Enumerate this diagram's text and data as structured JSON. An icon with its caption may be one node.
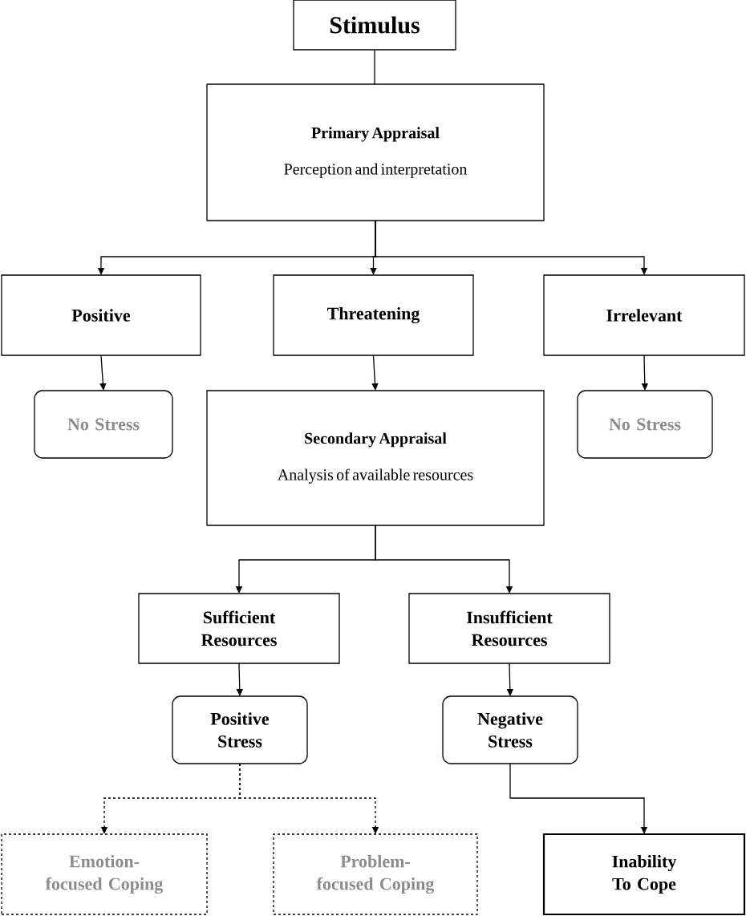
{
  "diagram": {
    "nodes": [
      {
        "text": [
          "Stimulus"
        ]
      },
      {
        "text": [
          "Primary Appraisal",
          "Perception and interpretation"
        ]
      },
      {
        "text": [
          "Positive"
        ]
      },
      {
        "text": [
          "Threatening"
        ]
      },
      {
        "text": [
          "Irrelevant"
        ]
      },
      {
        "text": [
          "No Stress"
        ]
      },
      {
        "text": [
          "Secondary Appraisal",
          "Analysis of available resources"
        ]
      },
      {
        "text": [
          "No Stress"
        ]
      },
      {
        "text": [
          "Sufficient Resources"
        ]
      },
      {
        "text": [
          "Insufficient Resources"
        ]
      },
      {
        "text": [
          "Positive Stress"
        ]
      },
      {
        "text": [
          "Negative Stress"
        ]
      },
      {
        "text": [
          "Emotion-focused Coping"
        ]
      },
      {
        "text": [
          "Problem-focused Coping"
        ]
      },
      {
        "text": [
          "Inability To Cope"
        ]
      }
    ],
    "edges": [
      {
        "from": 0,
        "to": 1,
        "arrow": "none"
      },
      {
        "from": 1,
        "to": 2,
        "arrow": "to"
      },
      {
        "from": 1,
        "to": 3,
        "arrow": "to"
      },
      {
        "from": 1,
        "to": 4,
        "arrow": "to"
      },
      {
        "from": 2,
        "to": 5,
        "arrow": "to"
      },
      {
        "from": 3,
        "to": 6,
        "arrow": "to"
      },
      {
        "from": 4,
        "to": 7,
        "arrow": "to"
      },
      {
        "from": 6,
        "to": 8,
        "arrow": "to"
      },
      {
        "from": 6,
        "to": 9,
        "arrow": "to"
      },
      {
        "from": 8,
        "to": 10,
        "arrow": "to"
      },
      {
        "from": 9,
        "to": 11,
        "arrow": "to"
      },
      {
        "from": 10,
        "to": 12,
        "arrow": "to",
        "style": "dashed"
      },
      {
        "from": 10,
        "to": 13,
        "arrow": "to",
        "style": "dashed"
      },
      {
        "from": 11,
        "to": 14,
        "arrow": "to"
      }
    ]
  }
}
